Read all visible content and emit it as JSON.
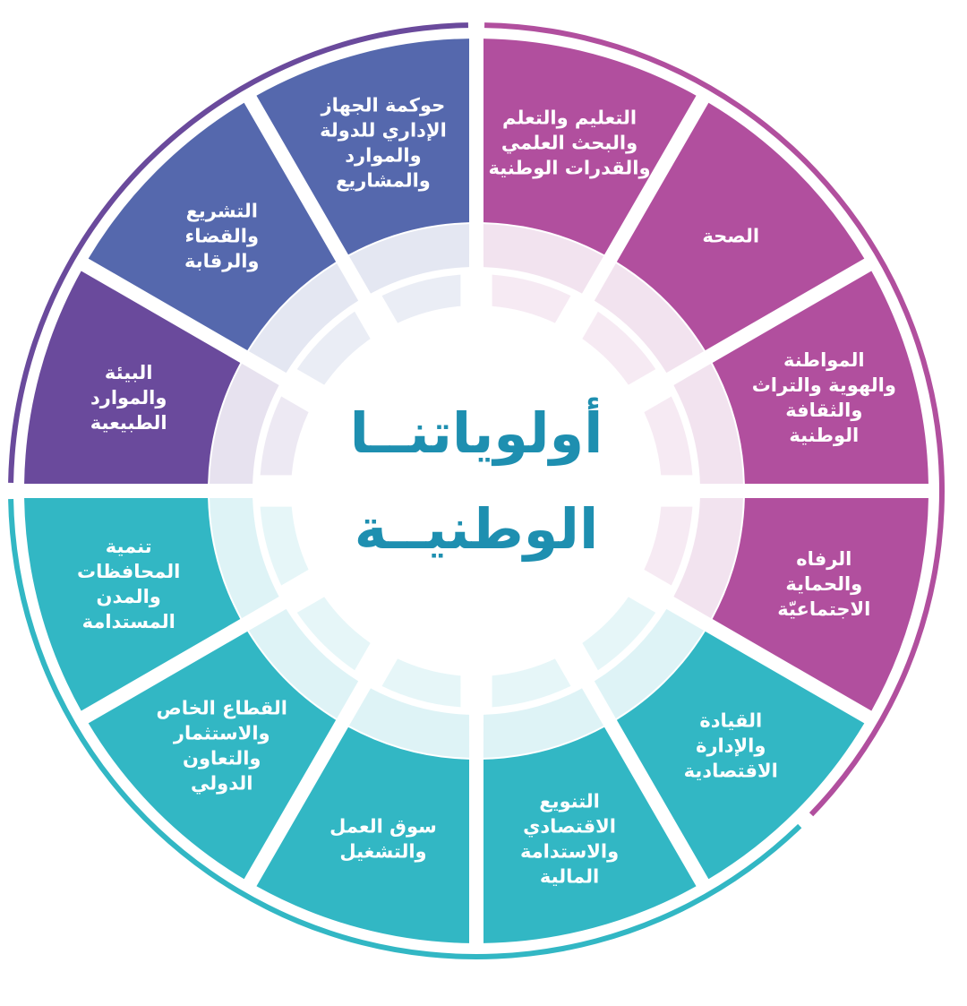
{
  "title": {
    "line1": "أولوياتنــا",
    "line2": "الوطنيــة"
  },
  "colors": {
    "purple": "#b14f9e",
    "violet": "#6a4a9c",
    "blue": "#5568ad",
    "teal": "#32b7c4",
    "title": "#1e8fb0"
  },
  "segments": [
    {
      "lines": [
        "التعليم والتعلم",
        "والبحث العلمي",
        "والقدرات الوطنية"
      ],
      "color": "purple"
    },
    {
      "lines": [
        "الصحة"
      ],
      "color": "purple"
    },
    {
      "lines": [
        "المواطنة",
        "والهوية والتراث",
        "والثقافة",
        "الوطنية"
      ],
      "color": "purple"
    },
    {
      "lines": [
        "الرفاه",
        "والحماية",
        "الاجتماعيّة"
      ],
      "color": "purple"
    },
    {
      "lines": [
        "القيادة",
        "والإدارة",
        "الاقتصادية"
      ],
      "color": "teal"
    },
    {
      "lines": [
        "التنويع",
        "الاقتصادي",
        "والاستدامة",
        "المالية"
      ],
      "color": "teal"
    },
    {
      "lines": [
        "سوق العمل",
        "والتشغيل"
      ],
      "color": "teal"
    },
    {
      "lines": [
        "القطاع الخاص",
        "والاستثمار",
        "والتعاون",
        "الدولي"
      ],
      "color": "teal"
    },
    {
      "lines": [
        "تنمية",
        "المحافظات",
        "والمدن",
        "المستدامة"
      ],
      "color": "teal"
    },
    {
      "lines": [
        "البيئة",
        "والموارد",
        "الطبيعية"
      ],
      "color": "violet"
    },
    {
      "lines": [
        "التشريع",
        "والقضاء",
        "والرقابة"
      ],
      "color": "blue"
    },
    {
      "lines": [
        "حوكمة الجهاز",
        "الإداري للدولة",
        "والموارد",
        "والمشاريع"
      ],
      "color": "blue"
    }
  ]
}
